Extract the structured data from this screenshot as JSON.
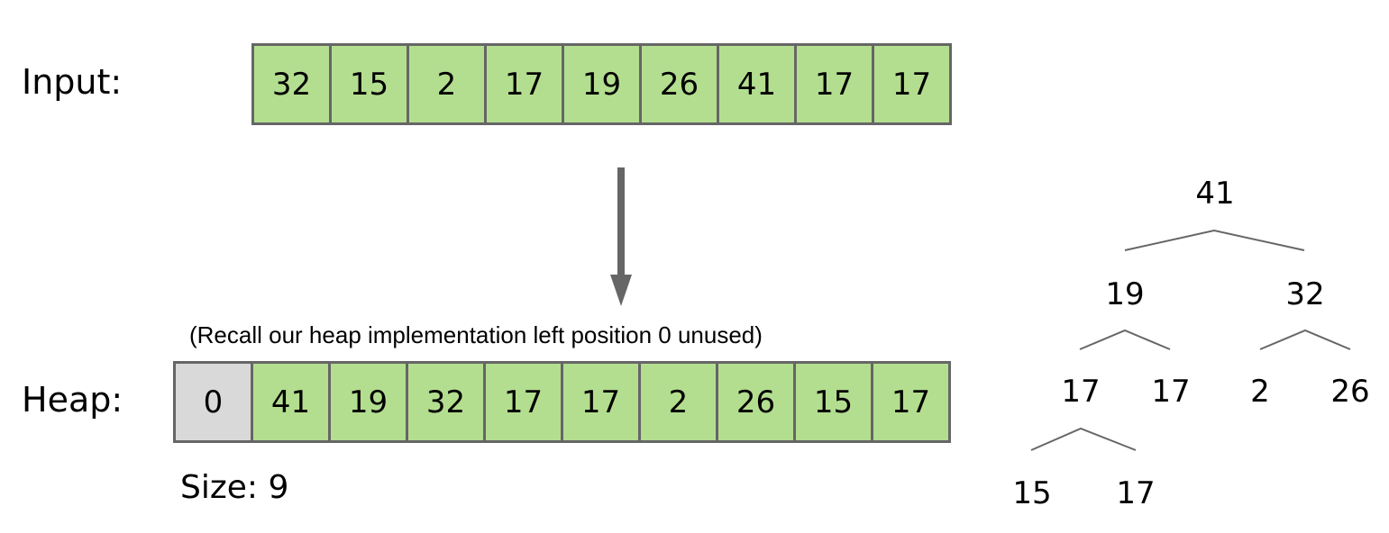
{
  "input": {
    "label": "Input:",
    "values": [
      "32",
      "15",
      "2",
      "17",
      "19",
      "26",
      "41",
      "17",
      "17"
    ]
  },
  "heap": {
    "label": "Heap:",
    "values": [
      "0",
      "41",
      "19",
      "32",
      "17",
      "17",
      "2",
      "26",
      "15",
      "17"
    ]
  },
  "note": "(Recall our heap implementation left position 0 unused)",
  "size_label": "Size: 9",
  "colors": {
    "cell_fill": "#b3de8f",
    "unused_fill": "#d9d9d9",
    "border": "#666666"
  },
  "tree": {
    "nodes": [
      "41",
      "19",
      "32",
      "17",
      "17",
      "2",
      "26",
      "15",
      "17"
    ]
  }
}
